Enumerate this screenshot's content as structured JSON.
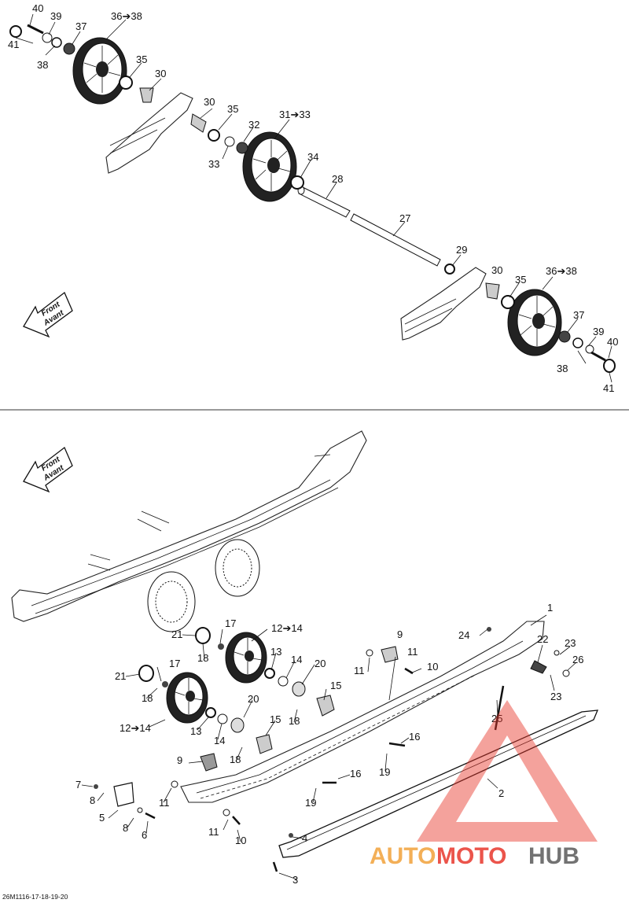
{
  "top_section": {
    "labels": [
      "40",
      "39",
      "41",
      "38",
      "37",
      "36➔38",
      "35",
      "30",
      "30",
      "35",
      "32",
      "31➔33",
      "33",
      "34",
      "28",
      "27",
      "29",
      "30",
      "35",
      "36➔38",
      "37",
      "39",
      "40",
      "38",
      "41"
    ],
    "direction": {
      "line1": "Front",
      "line2": "Avant"
    }
  },
  "bottom_section": {
    "labels": [
      "1",
      "24",
      "22",
      "23",
      "26",
      "23",
      "9",
      "11",
      "11",
      "10",
      "17",
      "12➔14",
      "21",
      "18",
      "13",
      "14",
      "20",
      "17",
      "21",
      "18",
      "15",
      "12➔14",
      "13",
      "14",
      "20",
      "15",
      "18",
      "18",
      "16",
      "19",
      "16",
      "19",
      "9",
      "7",
      "8",
      "5",
      "8",
      "6",
      "11",
      "25",
      "2",
      "11",
      "10",
      "4",
      "3"
    ],
    "direction": {
      "line1": "Front",
      "line2": "Avant"
    }
  },
  "drawing_code": "26M1116-17-18-19-20",
  "watermark": {
    "part1": "AUTO",
    "part2": "MOTO",
    "part3": "HUB"
  },
  "colors": {
    "watermark_red": "#e8372c",
    "watermark_gray": "#5a5a5a",
    "watermark_orange": "#f2a23a"
  }
}
